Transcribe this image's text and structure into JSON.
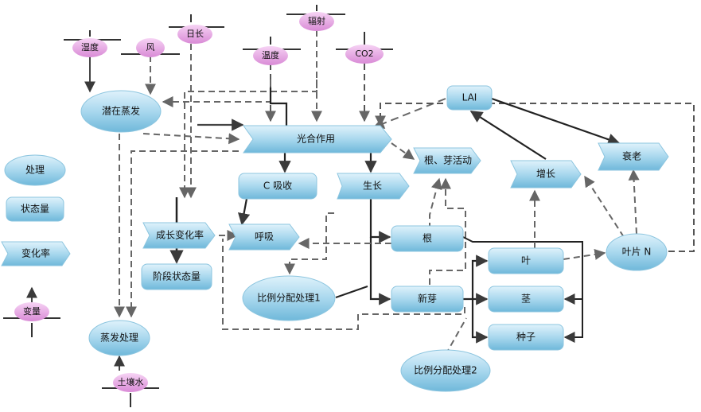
{
  "legend": {
    "process": "处理",
    "state": "状态量",
    "rate": "变化率",
    "variable": "变量"
  },
  "variables": {
    "humidity": "湿度",
    "wind": "风",
    "daylength": "日长",
    "radiation": "辐射",
    "temperature": "温度",
    "co2": "CO2",
    "soil_water": "土壤水"
  },
  "processes": {
    "potential_evap": "潜在蒸发",
    "evap_process": "蒸发处理",
    "partition1": "比例分配处理1",
    "partition2": "比例分配处理2",
    "leaf_n": "叶片 N"
  },
  "rates": {
    "photosynthesis": "光合作用",
    "root_bud_activity": "根、芽活动",
    "growth": "生长",
    "growth2": "增长",
    "senescence": "衰老",
    "dev_rate": "成长变化率",
    "respiration": "呼吸"
  },
  "states": {
    "lai": "LAI",
    "c_absorb": "C 吸收",
    "stage_state": "阶段状态量",
    "root": "根",
    "shoot": "新芽",
    "leaf": "叶",
    "stem": "茎",
    "seed": "种子"
  },
  "colors": {
    "process_fill": "#a9d8ee",
    "state_fill": "#9fd2e8",
    "rate_fill": "#a9d8ee",
    "variable_fill": "#e9a6e6",
    "arrow": "#3a3a3a",
    "dashed": "#555555"
  }
}
